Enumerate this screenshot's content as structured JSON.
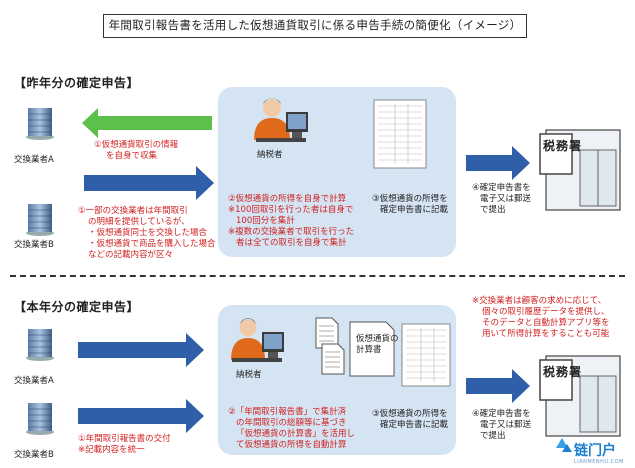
{
  "title": "年間取引報告書を活用した仮想通貨取引に係る申告手続の簡便化（イメージ）",
  "last_year": {
    "heading": "【昨年分の確定申告】",
    "exchanger_a": "交換業者A",
    "exchanger_b": "交換業者B",
    "step1_a": [
      "①仮想通貨取引の情報",
      "を自身で収集"
    ],
    "step1_b": [
      "①一部の交換業者は年間取引",
      "の明細を提供しているが、",
      "・仮想通貨同士を交換した場合",
      "・仮想通貨で商品を購入した場合",
      "などの記載内容が区々"
    ],
    "taxpayer": "納税者",
    "step2": [
      "②仮想通貨の所得を自身で計算",
      "※100回取引を行った者は自身で",
      "100回分を集計",
      "※複数の交換業者で取引を行った",
      "者は全ての取引を自身で集計"
    ],
    "step3": [
      "③仮想通貨の所得を",
      "確定申告書に記載"
    ],
    "step4": [
      "④確定申告書を",
      "電子又は郵送",
      "で提出"
    ],
    "tax_office": "税務署"
  },
  "this_year": {
    "heading": "【本年分の確定申告】",
    "exchanger_a": "交換業者A",
    "exchanger_b": "交換業者B",
    "note": [
      "※交換業者は顧客の求めに応じて、",
      "個々の取引履歴データを提供し、",
      "そのデータと自動計算アプリ等を",
      "用いて所得計算をすることも可能"
    ],
    "step1": [
      "①年間取引報告書の交付",
      "※記載内容を統一"
    ],
    "taxpayer": "納税者",
    "calc_sheet": [
      "仮想通貨の",
      "計算書"
    ],
    "step2": [
      "②「年間取引報告書」で集計済",
      "の年間取引の総額等に基づき",
      "「仮想通貨の計算書」を活用し",
      "て仮想通貨の所得を自動計算"
    ],
    "step3": [
      "③仮想通貨の所得を",
      "確定申告書に記載"
    ],
    "step4": [
      "④確定申告書を",
      "電子又は郵送",
      "で提出"
    ],
    "tax_office": "税務署"
  },
  "watermark": {
    "text": "链门户",
    "sub": "LIANMENHU.COM"
  },
  "colors": {
    "blue_arrow": "#2e5fa8",
    "green_arrow": "#5cc04a",
    "panel": "#d4e4f2",
    "red_text": "#d21f1f"
  }
}
